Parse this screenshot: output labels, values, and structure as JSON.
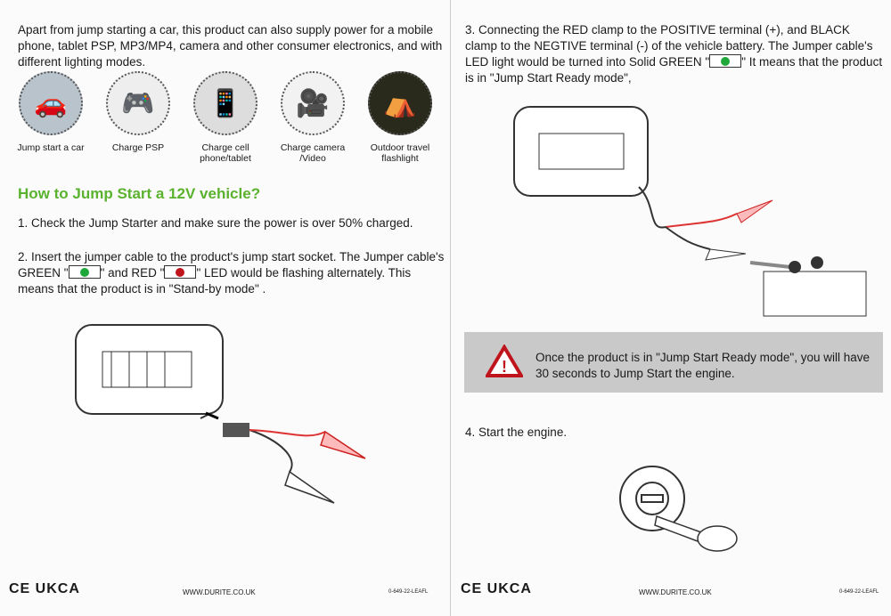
{
  "left_page": {
    "intro": "Apart from jump starting a car, this product can also supply power for a mobile phone, tablet PSP, MP3/MP4, camera and other consumer electronics, and with different lighting modes.",
    "uses": [
      {
        "label": "Jump start a car",
        "icon": "car-icon"
      },
      {
        "label": "Charge PSP",
        "icon": "psp-icon"
      },
      {
        "label": "Charge cell phone/tablet",
        "icon": "phone-icon"
      },
      {
        "label": "Charge camera /Video",
        "icon": "camera-icon"
      },
      {
        "label": "Outdoor travel flashlight",
        "icon": "tent-icon"
      }
    ],
    "heading": "How to Jump Start a 12V vehicle?",
    "step1": "1. Check the Jump Starter and make sure the power is over 50% charged.",
    "step2_a": "2. Insert the jumper cable to the product's jump start socket. The Jumper cable's GREEN \"",
    "step2_b": "\" and RED \"",
    "step2_c": "\" LED would be flashing alternately. This means that the product is in \"Stand-by mode\" .",
    "footer": {
      "marks": "CE UKCA",
      "url": "WWW.DURITE.CO.UK",
      "code": "0-649-22-LEAFL"
    }
  },
  "right_page": {
    "step3_a": "3. Connecting the RED clamp to the POSITIVE terminal (+), and BLACK clamp to the NEGTIVE terminal (-) of the vehicle battery. The Jumper cable's LED light would be turned into Solid GREEN \"",
    "step3_b": "\" It means that the product is in \"Jump Start Ready mode\",",
    "warning": "Once the product is in \"Jump Start Ready mode\", you will have 30 seconds to Jump Start the engine.",
    "step4": "4. Start the engine.",
    "footer": {
      "marks": "CE UKCA",
      "url": "WWW.DURITE.CO.UK",
      "code": "0-649-22-LEAFL"
    }
  },
  "colors": {
    "green_led": "#1fa83a",
    "red_led": "#c0141c",
    "heading": "#5ab22e",
    "warning_bg": "#c9c9c9"
  }
}
